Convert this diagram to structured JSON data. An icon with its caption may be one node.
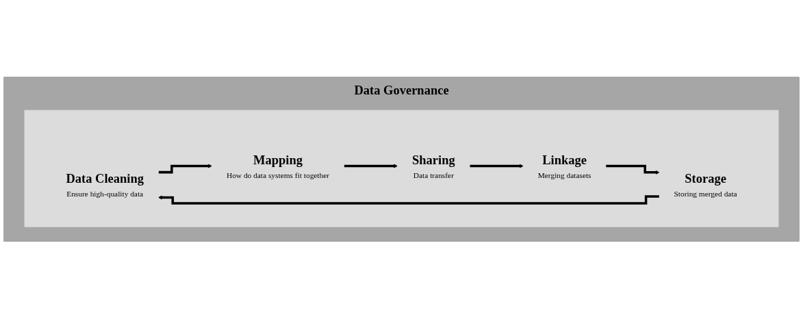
{
  "diagram": {
    "nodes": [
      {
        "text": [
          "Data Governance"
        ]
      },
      {
        "text": [],
        "shape": "box",
        "in": 0
      },
      {
        "text": [
          "Data Cleaning",
          "Ensure high-quality data"
        ],
        "in": 1
      },
      {
        "text": [
          "Mapping",
          "How do data systems fit together"
        ],
        "in": 1
      },
      {
        "text": [
          "Sharing",
          "Data transfer"
        ],
        "in": 1
      },
      {
        "text": [
          "Linkage",
          "Merging datasets"
        ],
        "in": 1
      },
      {
        "text": [
          "Storage",
          "Storing merged data"
        ],
        "in": 1
      }
    ],
    "edges": [
      {
        "from": 2,
        "to": 3,
        "arrow": "to"
      },
      {
        "from": 3,
        "to": 4,
        "arrow": "to"
      },
      {
        "from": 4,
        "to": 5,
        "arrow": "to"
      },
      {
        "from": 5,
        "to": 6,
        "arrow": "to"
      },
      {
        "from": 6,
        "to": 2,
        "arrow": "to"
      }
    ]
  }
}
